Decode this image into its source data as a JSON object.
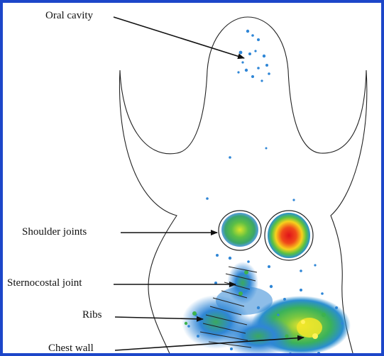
{
  "colors": {
    "border": "#1c46c9",
    "outline": "#222222",
    "arrow": "#111111",
    "scan_low": "#2f86d6",
    "scan_mid": "#39b54a",
    "scan_high": "#ffe21a",
    "scan_peak": "#e8231c"
  },
  "labels": {
    "oral_cavity": "Oral cavity",
    "shoulder_joints": "Shoulder joints",
    "sternocostal_joint": "Sternocostal joint",
    "ribs": "Ribs",
    "chest_wall": "Chest wall"
  }
}
